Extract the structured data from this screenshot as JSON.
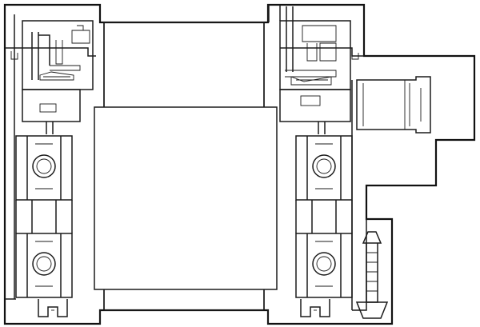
{
  "drawing": {
    "kind": "mechanical cross-section",
    "background": "#ffffff",
    "line_color": "#1b1b1b",
    "components": [
      "outer-housing",
      "central-shaft",
      "left-bearing-upper",
      "left-bearing-lower",
      "right-bearing-upper",
      "right-bearing-lower",
      "left-seal-assembly",
      "right-seal-assembly",
      "side-connector",
      "bolt"
    ]
  }
}
